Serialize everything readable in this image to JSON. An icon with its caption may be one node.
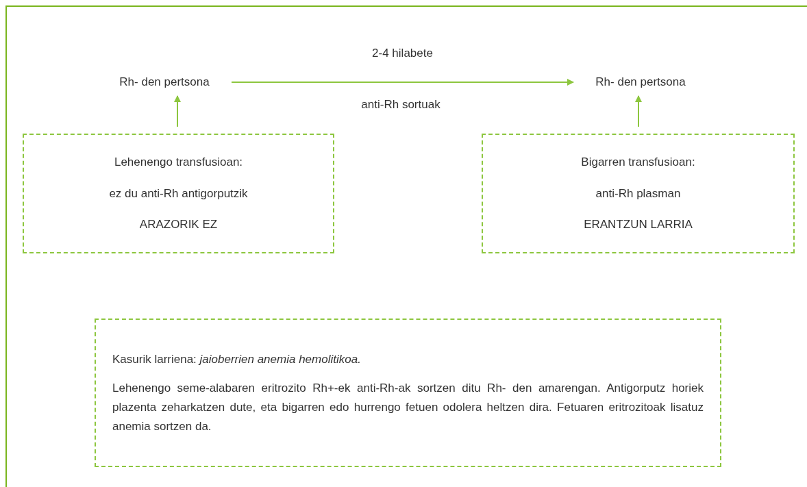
{
  "diagram": {
    "nodes": [
      {
        "text": [
          "Rh- den pertsona"
        ]
      },
      {
        "text": [
          "Lehenengo transfusioan:",
          "ez du anti-Rh antigorputzik",
          "ARAZORIK EZ"
        ]
      },
      {
        "text": [
          "Rh- den pertsona"
        ]
      },
      {
        "text": [
          "Bigarren transfusioan:",
          "anti-Rh plasman",
          "ERANTZUN LARRIA"
        ]
      },
      {
        "text": [
          "Kasurik larriena: *jaioberrien anemia hemolitikoa.*",
          "Lehenengo seme-alabaren eritrozito Rh+-ek anti-Rh-ak sortzen ditu Rh- den amarengan. Antigorputz horiek plazenta zeharkatzen dute, eta bigarren edo hurrengo fetuen odolera heltzen dira. Fetuaren eritrozitoak lisatuz anemia sortzen da."
        ]
      }
    ],
    "edges": [
      {
        "from": 1,
        "to": 0,
        "arrow": "to"
      },
      {
        "from": 0,
        "to": 2,
        "arrow": "to",
        "label": "2-4 hilabete"
      },
      {
        "from": 3,
        "to": 2,
        "arrow": "to"
      }
    ],
    "labels": [
      "anti-Rh sortuak"
    ]
  }
}
